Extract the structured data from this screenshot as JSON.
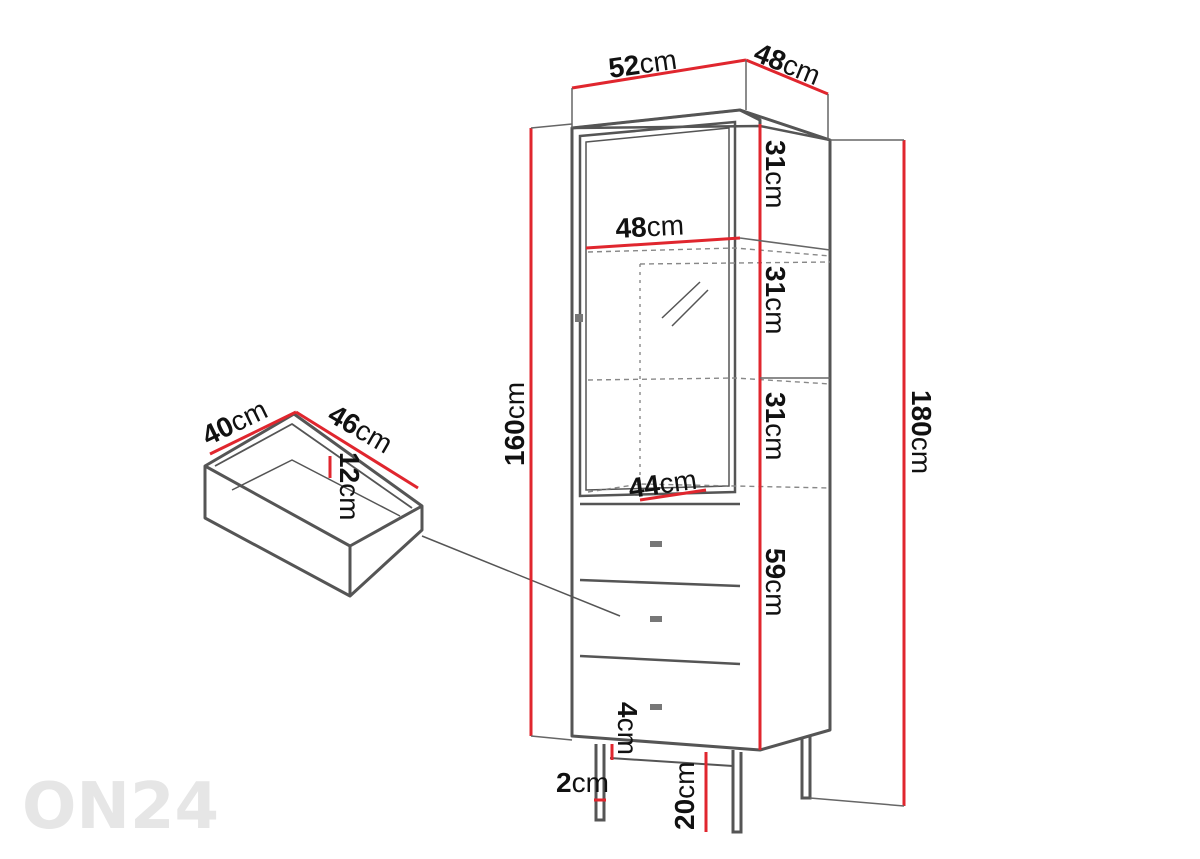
{
  "watermark": "ON24",
  "colors": {
    "line": "#555555",
    "dimension": "#e0262e",
    "text": "#111111",
    "watermark": "#e6e6e6"
  },
  "dimensions": {
    "cabinet_width": {
      "value": "52",
      "unit": "cm"
    },
    "cabinet_depth": {
      "value": "48",
      "unit": "cm"
    },
    "shelf_width": {
      "value": "48",
      "unit": "cm"
    },
    "inner_width": {
      "value": "44",
      "unit": "cm"
    },
    "shelf_gap_1": {
      "value": "31",
      "unit": "cm"
    },
    "shelf_gap_2": {
      "value": "31",
      "unit": "cm"
    },
    "shelf_gap_3": {
      "value": "31",
      "unit": "cm"
    },
    "drawer_section": {
      "value": "59",
      "unit": "cm"
    },
    "body_height": {
      "value": "160",
      "unit": "cm"
    },
    "total_height": {
      "value": "180",
      "unit": "cm"
    },
    "plinth": {
      "value": "4",
      "unit": "cm"
    },
    "leg_width": {
      "value": "2",
      "unit": "cm"
    },
    "leg_height": {
      "value": "20",
      "unit": "cm"
    },
    "drawer_width": {
      "value": "40",
      "unit": "cm"
    },
    "drawer_depth": {
      "value": "46",
      "unit": "cm"
    },
    "drawer_height": {
      "value": "12",
      "unit": "cm"
    }
  }
}
